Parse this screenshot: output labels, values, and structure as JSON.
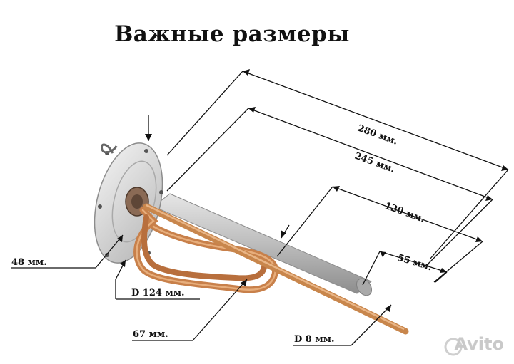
{
  "title": "Важные размеры",
  "dimensions": {
    "d280": "280 мм.",
    "d245": "245 мм.",
    "d120": "120 мм.",
    "d55": "55 мм.",
    "d48": "48 мм.",
    "d124": "D 124 мм.",
    "d67": "67 мм.",
    "d8": "D 8 мм."
  },
  "watermark": "Avito",
  "colors": {
    "line": "#111111",
    "copper": "#c8804a",
    "anode": "#c9c9c9",
    "flange": "#d9d9d9"
  }
}
